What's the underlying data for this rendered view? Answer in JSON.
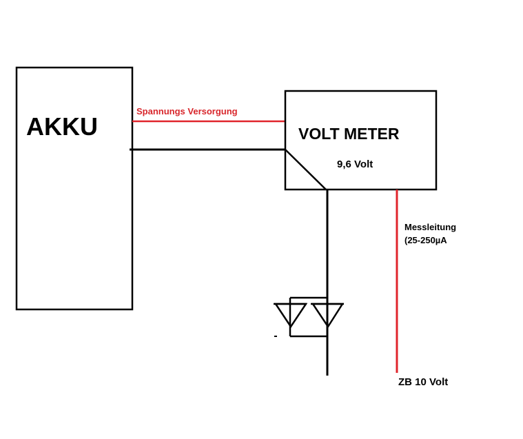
{
  "diagram": {
    "battery_label": "AKKU",
    "supply_label": "Spannungs Versorgung",
    "meter_title": "VOLT METER",
    "meter_reading": "9,6 Volt",
    "measure_line_label_1": "Messleitung",
    "measure_line_label_2": "(25-250µA",
    "target_label": "ZB 10 Volt"
  },
  "colors": {
    "wire_black": "#000000",
    "wire_red": "#e0242b",
    "label_red": "#d8262b",
    "background": "#ffffff"
  }
}
